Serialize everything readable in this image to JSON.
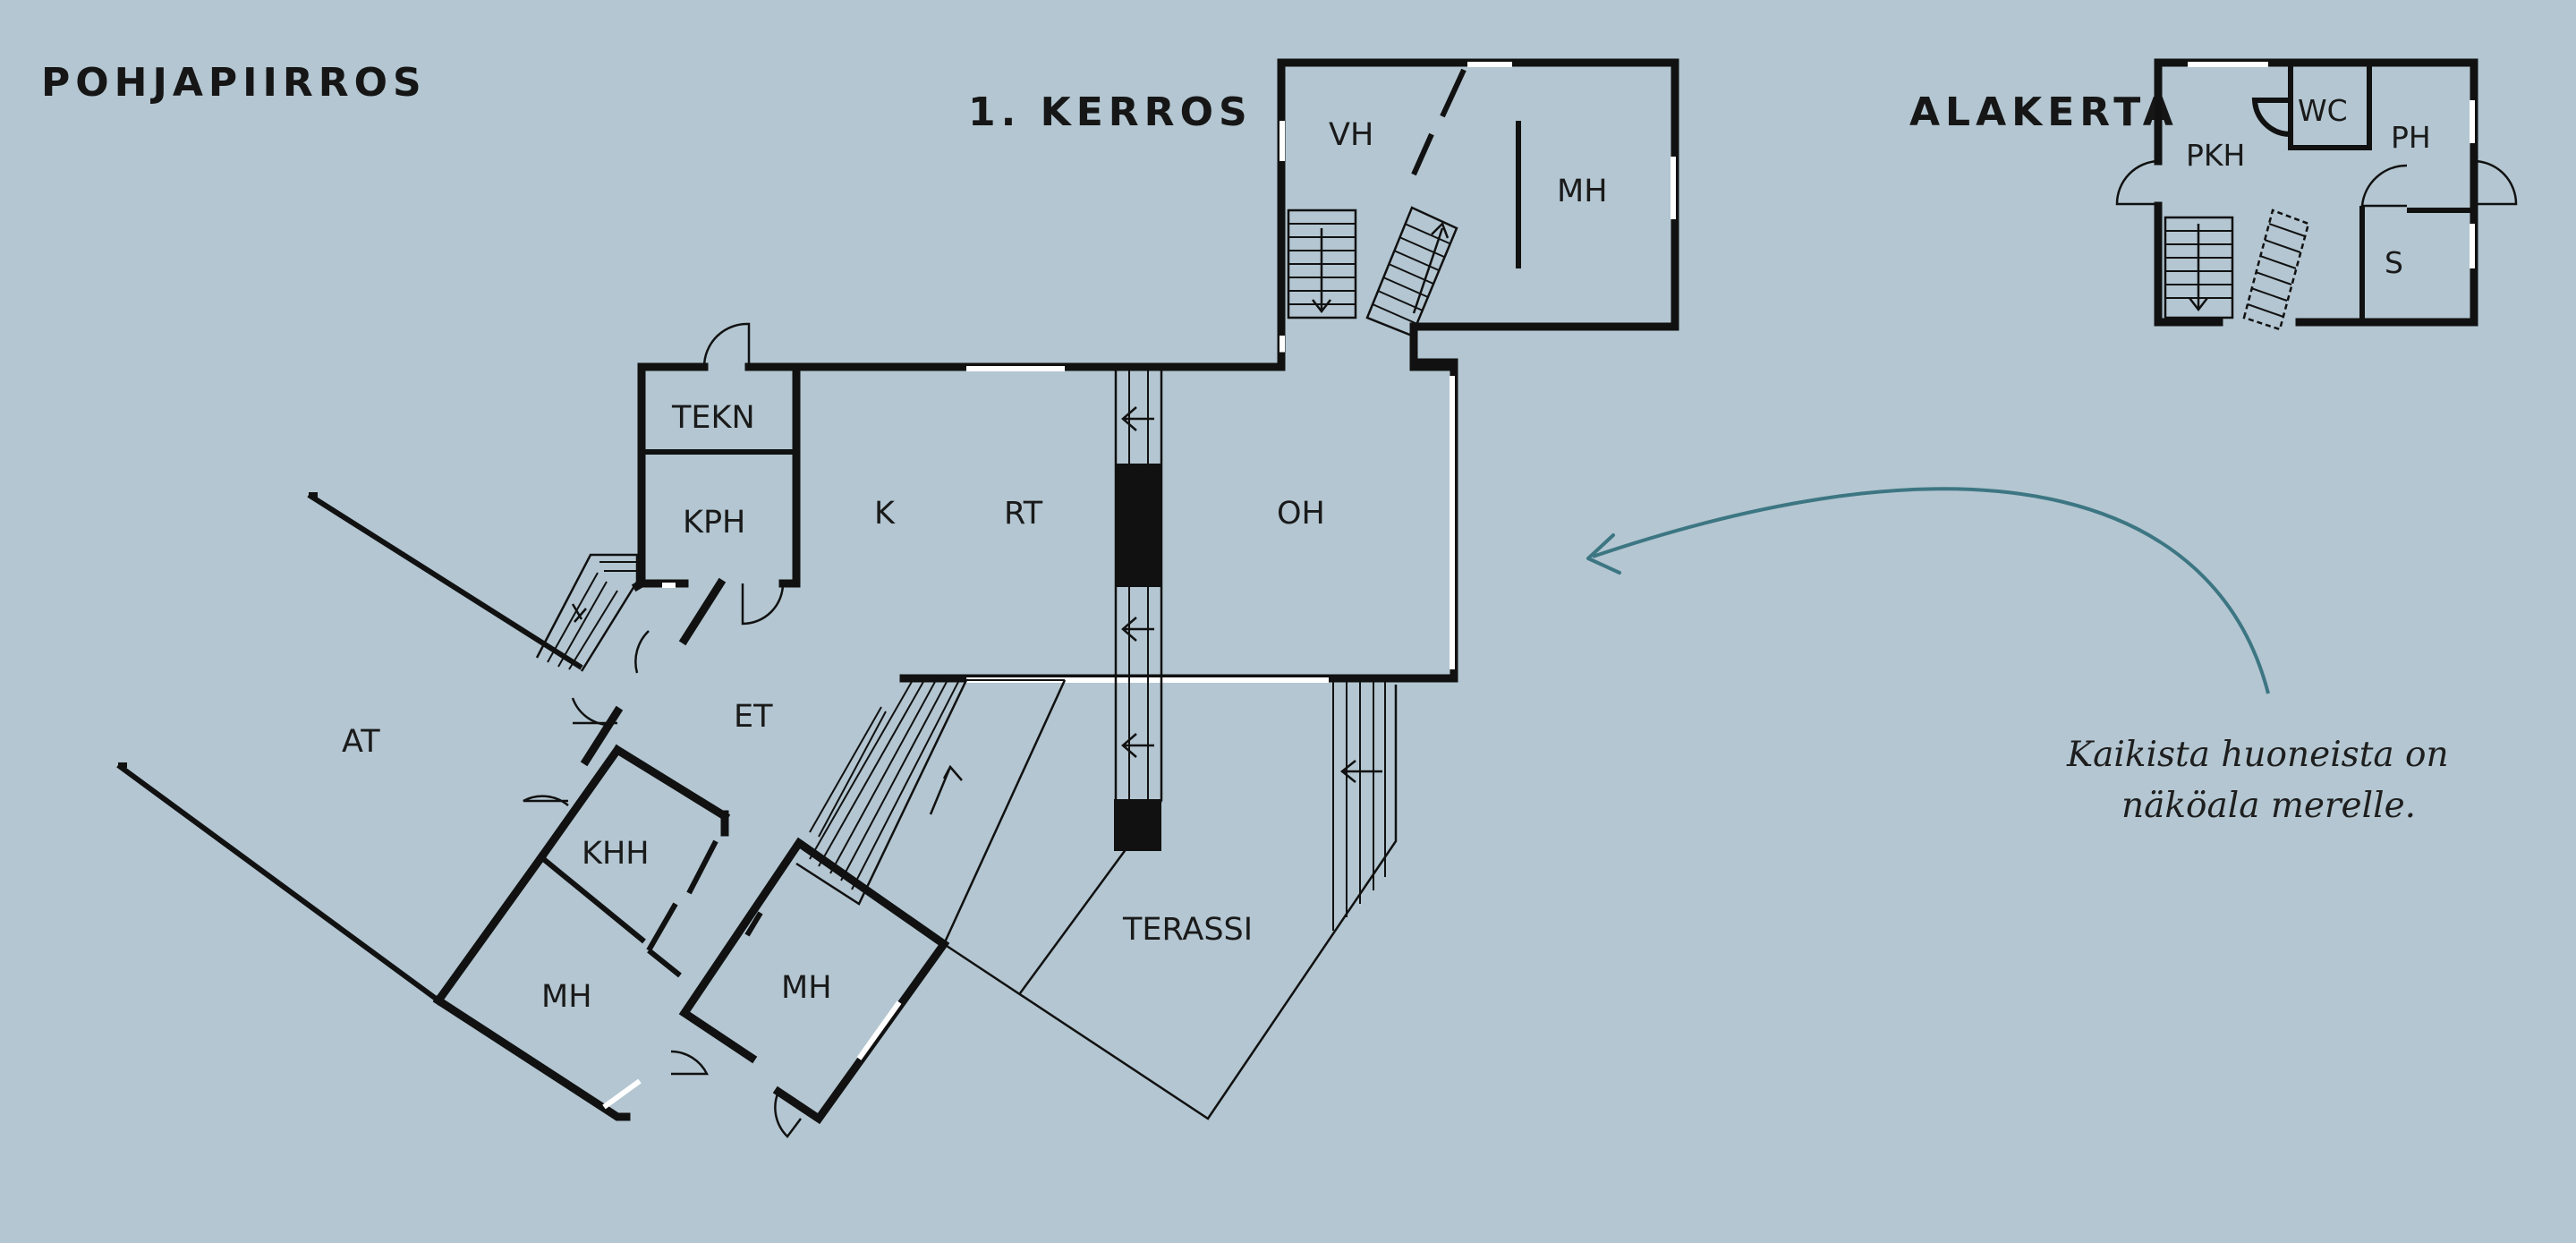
{
  "title": "POHJAPIIRROS",
  "floors": {
    "first": "1. KERROS",
    "basement": "ALAKERTA"
  },
  "rooms": {
    "vh": "VH",
    "mh_upper": "MH",
    "tekn": "TEKN",
    "kph": "KPH",
    "k": "K",
    "rt": "RT",
    "oh": "OH",
    "at": "AT",
    "et": "ET",
    "khh": "KHH",
    "mh_left": "MH",
    "mh_right": "MH",
    "terassi": "TERASSI",
    "pkh": "PKH",
    "wc": "WC",
    "ph": "PH",
    "s": "S"
  },
  "annotation": {
    "line1": "Kaikista huoneista on",
    "line2": "näköala merelle."
  },
  "colors": {
    "background": "#b3c6d1",
    "walls": "#111111",
    "windows": "#ffffff",
    "arrow": "#3d7683"
  }
}
